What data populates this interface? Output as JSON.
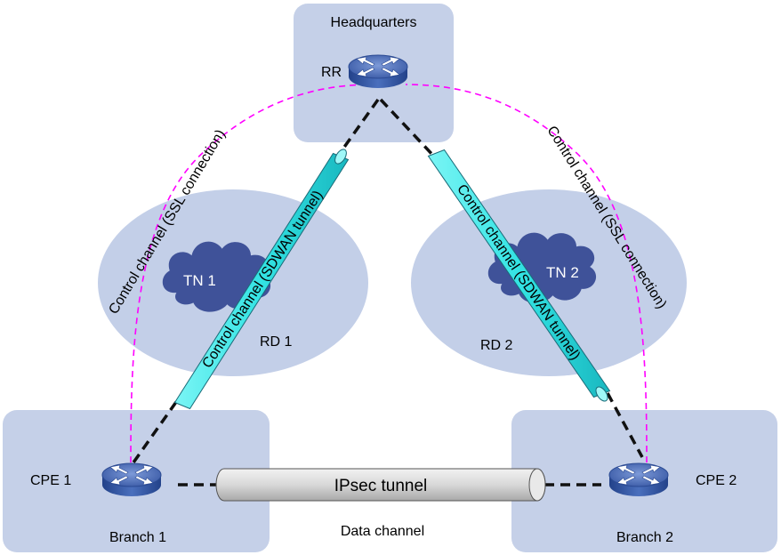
{
  "sites": {
    "headquarters": "Headquarters",
    "branch1": "Branch 1",
    "branch2": "Branch 2"
  },
  "devices": {
    "rr": "RR",
    "cpe1": "CPE 1",
    "cpe2": "CPE 2"
  },
  "networks": {
    "tn1": "TN 1",
    "tn2": "TN 2",
    "rd1": "RD 1",
    "rd2": "RD 2"
  },
  "channels": {
    "ssl_left": "Control channel (SSL connection)",
    "ssl_right": "Control channel (SSL connection)",
    "sdwan_left": "Control channel (SDWAN tunnel)",
    "sdwan_right": "Control channel (SDWAN tunnel)",
    "ipsec": "IPsec tunnel",
    "data_channel": "Data channel"
  },
  "colors": {
    "site_box": "#c5d0e8",
    "rd_ellipse": "#c3cfe8",
    "tn_cloud": "#3f5299",
    "router": "#3a5fa8",
    "ssl_dash": "#ff00ff",
    "sdwan_tube": "#33e8e8",
    "ipsec_tube": "#cdcdcd"
  },
  "icons": {
    "rr": "router-icon",
    "cpe1": "router-icon",
    "cpe2": "router-icon"
  }
}
